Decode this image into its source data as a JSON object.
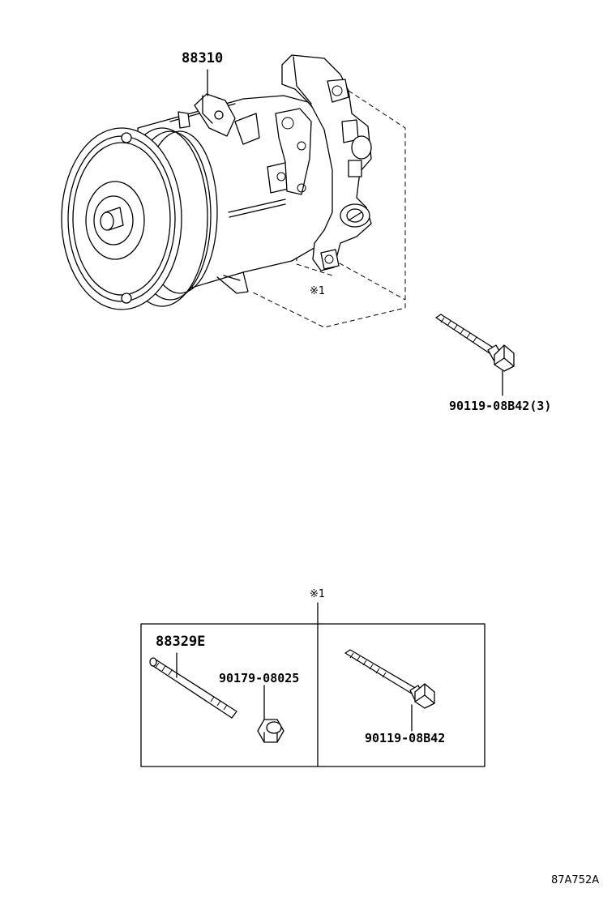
{
  "labels": {
    "compressor": "88310",
    "bolt_main": "90119-08B42(3)",
    "ref_mark_top": "※1",
    "ref_mark_box": "※1",
    "stud": "88329E",
    "nut": "90179-08025",
    "bolt_box": "90119-08B42",
    "diagram_code": "87A752A"
  }
}
